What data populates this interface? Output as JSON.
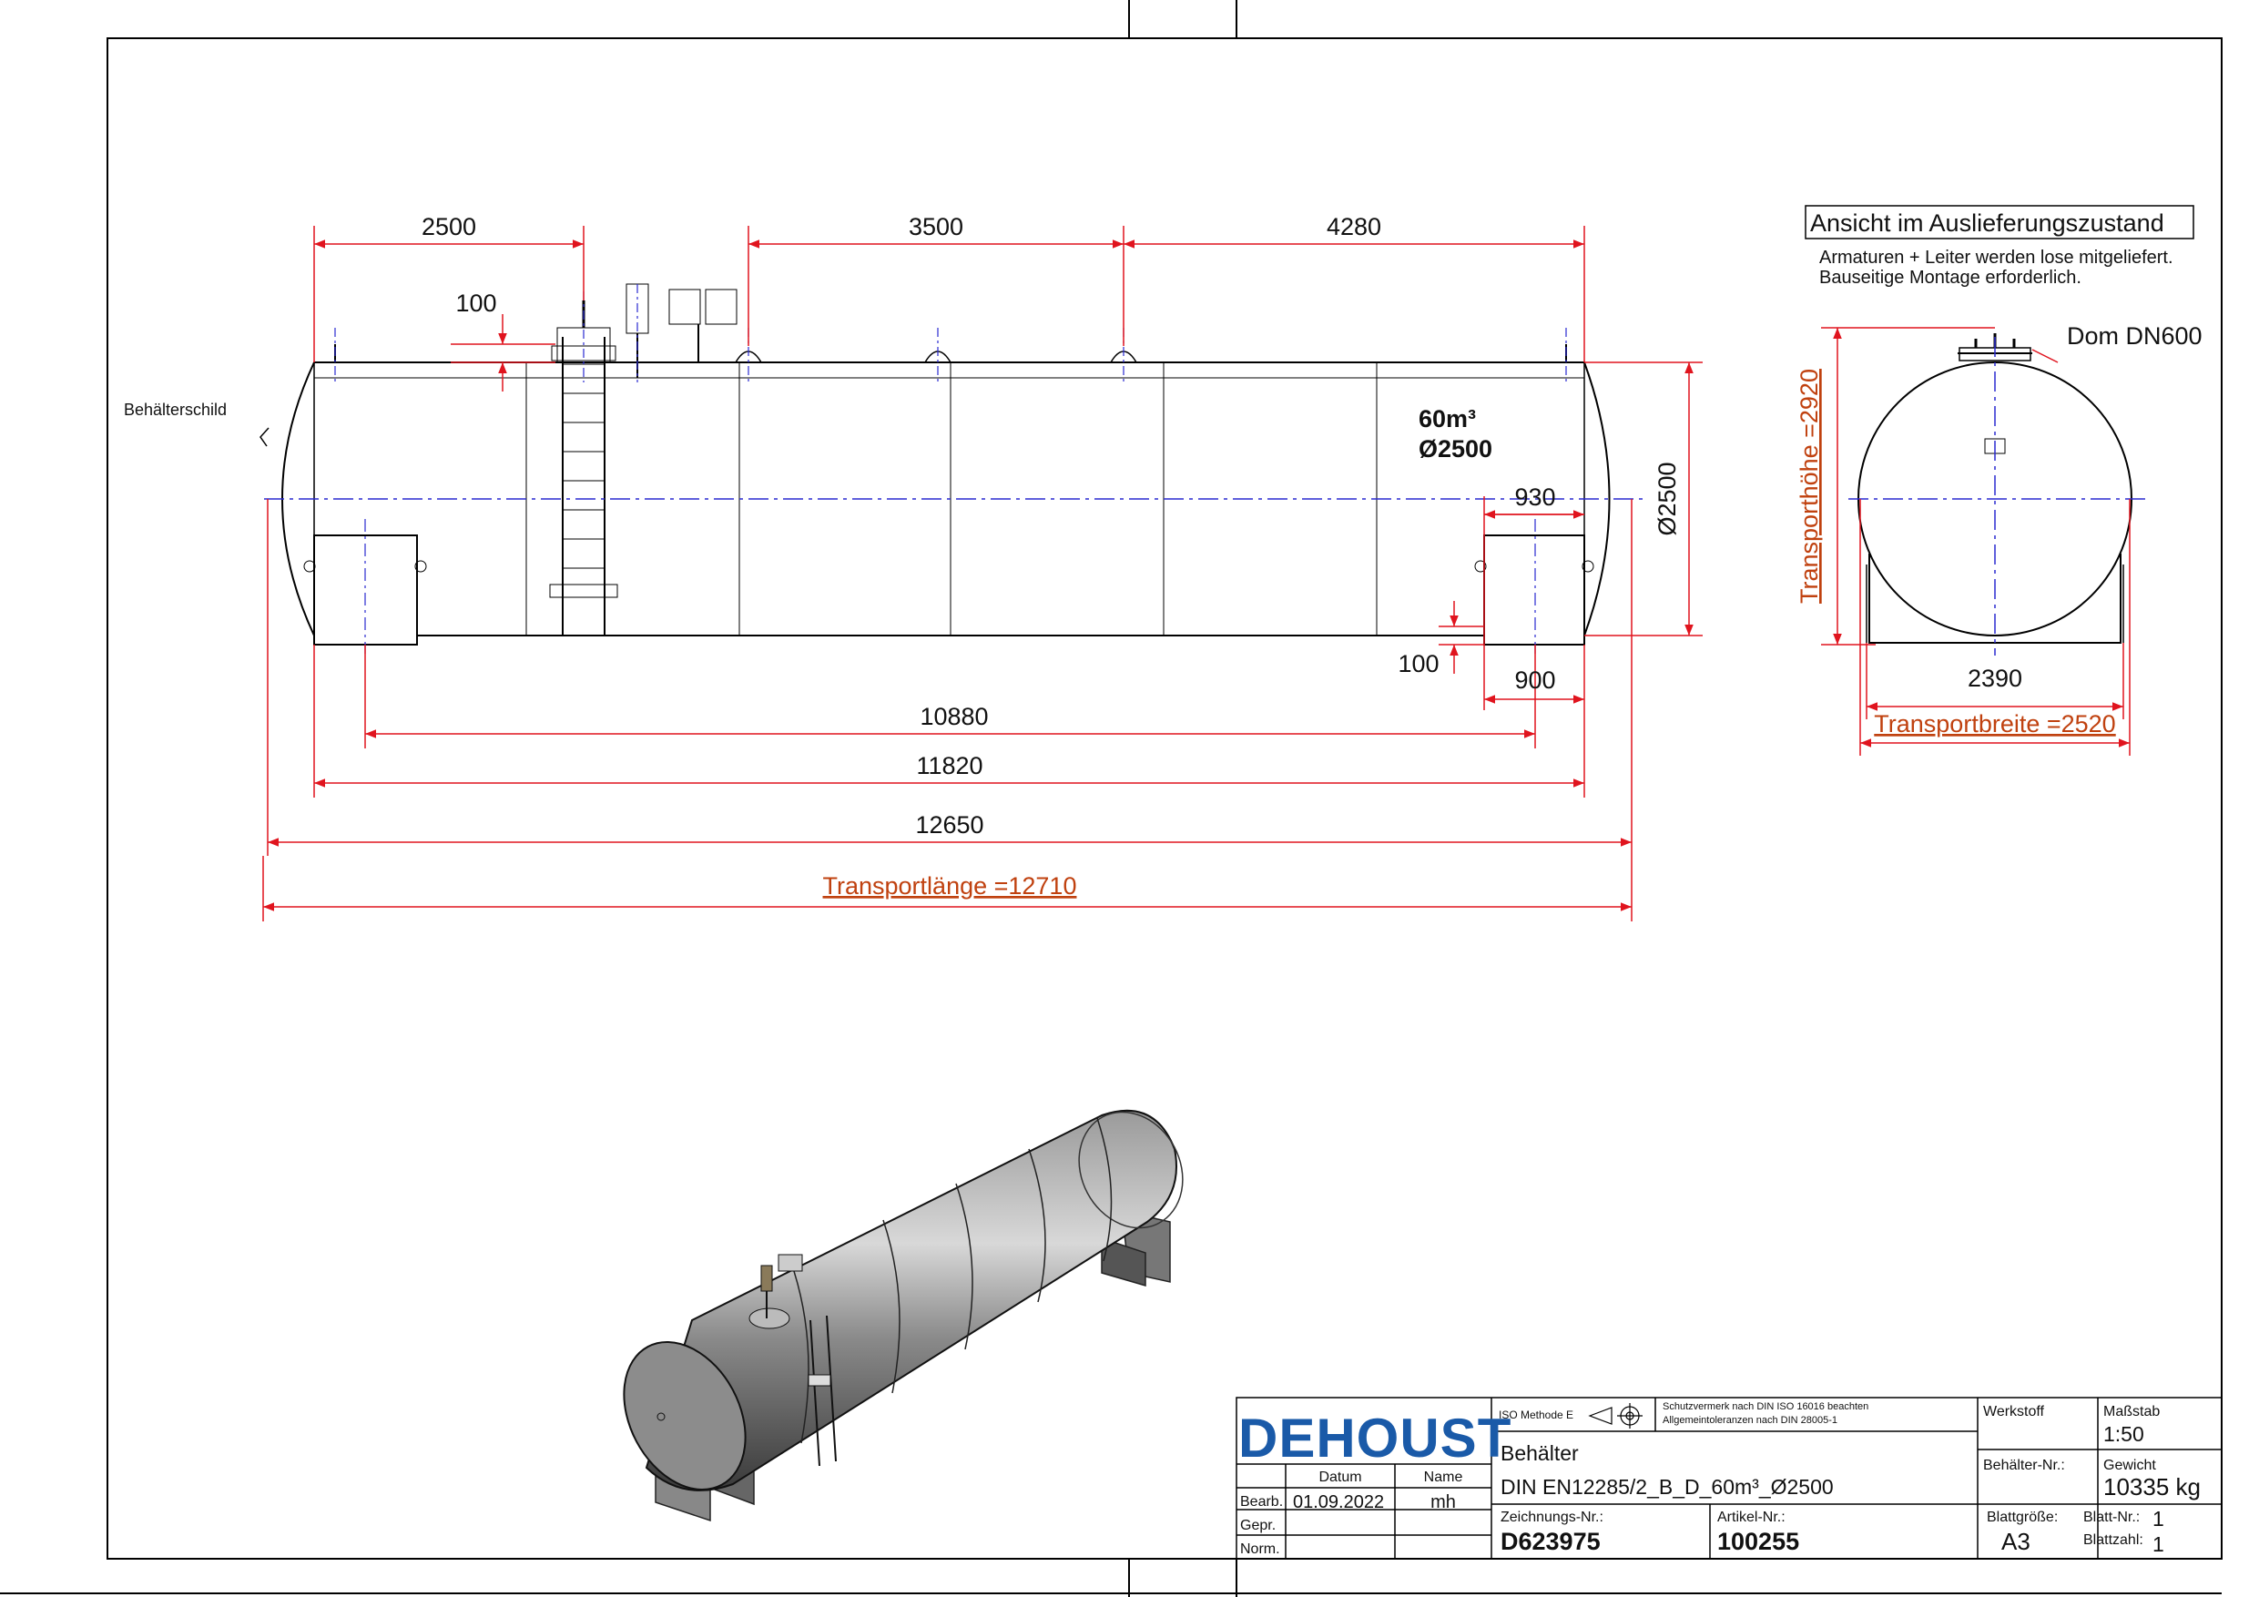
{
  "side_view": {
    "dims": {
      "d2500a": "2500",
      "d3500": "3500",
      "d4280": "4280",
      "d100top": "100",
      "d930": "930",
      "d100bot": "100",
      "d900": "900",
      "d10880": "10880",
      "d11820": "11820",
      "d12650": "12650",
      "diameter": "Ø2500"
    },
    "transport_length": "Transportlänge =12710",
    "behaelterschild": "Behälterschild",
    "volume_label": "60m³",
    "diameter_label": "Ø2500"
  },
  "end_view": {
    "note_title": "Ansicht im Auslieferungszustand",
    "note_line1": "Armaturen + Leiter werden lose mitgeliefert.",
    "note_line2": "Bauseitige Montage erforderlich.",
    "dom_label": "Dom DN600",
    "transport_height": "Transporthöhe =2920",
    "width_dim": "2390",
    "transport_width": "Transportbreite =2520"
  },
  "title_block": {
    "logo": "DEHOUST",
    "iso": "ISO Methode E",
    "protection_1": "Schutzvermerk nach DIN ISO 16016 beachten",
    "protection_2": "Allgemeintoleranzen nach DIN 28005-1",
    "werkstoff_label": "Werkstoff",
    "massstab_label": "Maßstab",
    "massstab_value": "1:50",
    "title": "Behälter",
    "subtitle": "DIN EN12285/2_B_D_60m³_Ø2500",
    "behaelter_nr_label": "Behälter-Nr.:",
    "gewicht_label": "Gewicht",
    "gewicht_value": "10335 kg",
    "datum_label": "Datum",
    "name_label": "Name",
    "bearb_label": "Bearb.",
    "bearb_date": "01.09.2022",
    "bearb_name": "mh",
    "gepr_label": "Gepr.",
    "norm_label": "Norm.",
    "zeichnungs_label": "Zeichnungs-Nr.:",
    "zeichnungs_value": "D623975",
    "artikel_label": "Artikel-Nr.:",
    "artikel_value": "100255",
    "blattgroesse_label": "Blattgröße:",
    "blattgroesse_value": "A3",
    "blatt_nr_label": "Blatt-Nr.:",
    "blatt_nr_value": "1",
    "blattzahl_label": "Blattzahl:",
    "blattzahl_value": "1"
  },
  "colors": {
    "dimension": "#e0141e",
    "transport": "#c0410f",
    "centerline": "#2a2ad0",
    "logo": "#1a5aa8",
    "outline": "#000000"
  }
}
